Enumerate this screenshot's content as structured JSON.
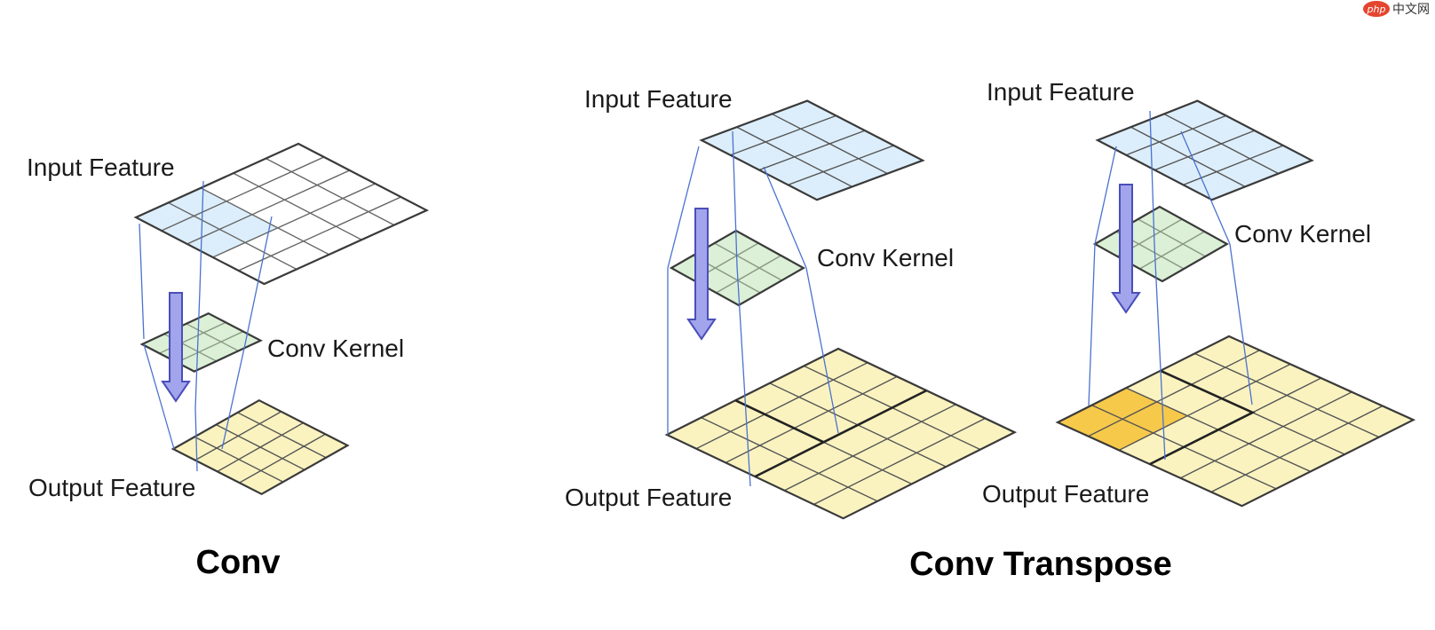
{
  "watermark": {
    "badge": "php",
    "text": "中文网"
  },
  "colors": {
    "input_fill": "#dceefb",
    "kernel_fill": "#dbf0d6",
    "output_fill": "#faf3c0",
    "highlight_fill": "#f7c94a",
    "arrow_fill": "#a2a4ec",
    "arrow_stroke": "#4a4fb8",
    "projection_line": "#4a72d0"
  },
  "panels": {
    "conv": {
      "caption": "Conv",
      "input_label": "Input Feature",
      "kernel_label": "Conv Kernel",
      "output_label": "Output Feature"
    },
    "transpose_a": {
      "input_label": "Input Feature",
      "kernel_label": "Conv Kernel",
      "output_label": "Output Feature"
    },
    "transpose_b": {
      "input_label": "Input Feature",
      "kernel_label": "Conv Kernel",
      "output_label": "Output Feature"
    },
    "transpose_caption": "Conv Transpose"
  }
}
